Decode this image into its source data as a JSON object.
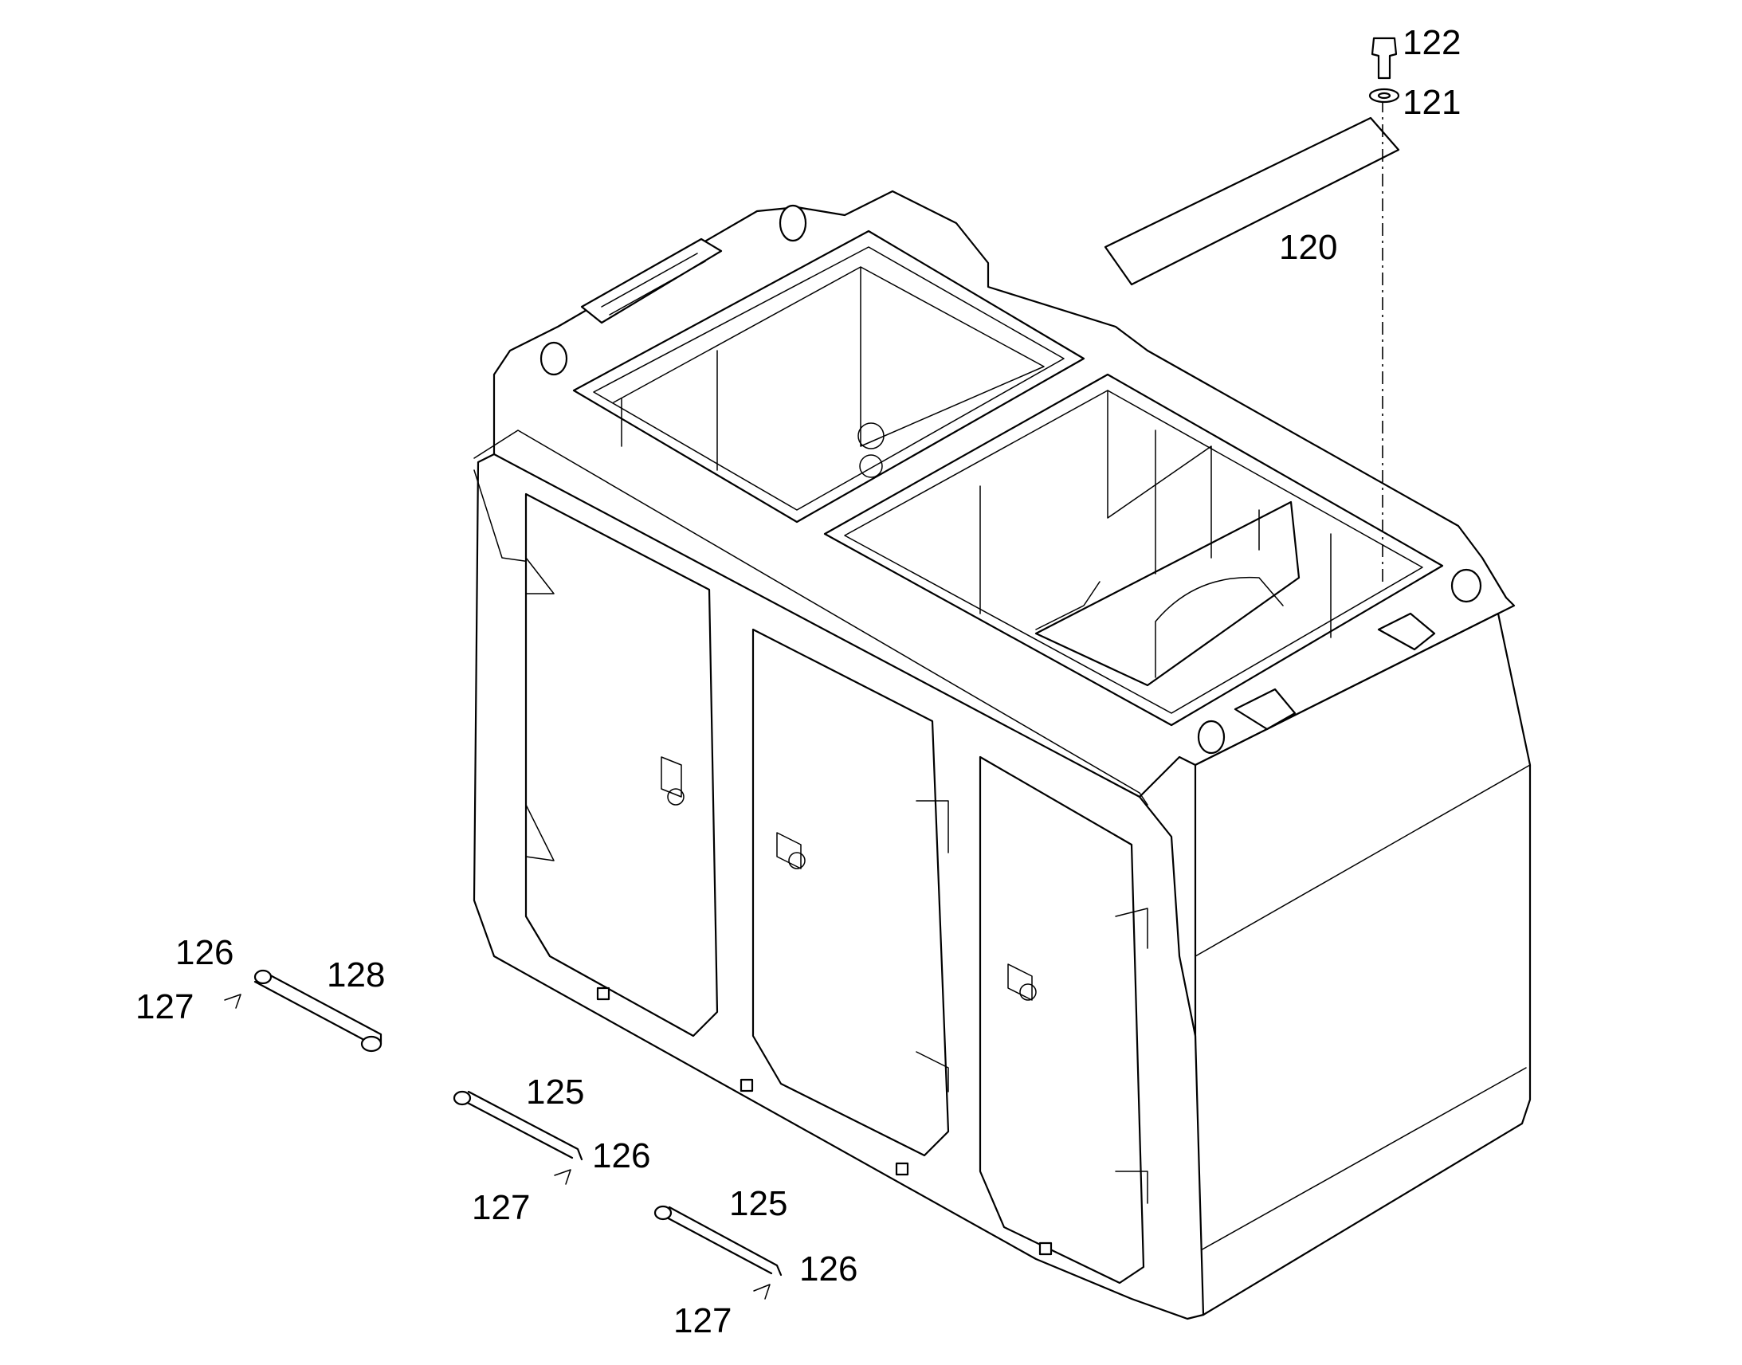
{
  "callouts": {
    "c120": "120",
    "c121": "121",
    "c122": "122",
    "c125a": "125",
    "c125b": "125",
    "c126a": "126",
    "c126b": "126",
    "c126c": "126",
    "c127a": "127",
    "c127b": "127",
    "c127c": "127",
    "c128": "128"
  },
  "colors": {
    "line": "#000000",
    "background": "#ffffff"
  },
  "parts": [
    "housing-body",
    "cover-plate",
    "washer",
    "bolt",
    "door-rod",
    "split-pin",
    "cotter-pin",
    "hinge-rod"
  ]
}
